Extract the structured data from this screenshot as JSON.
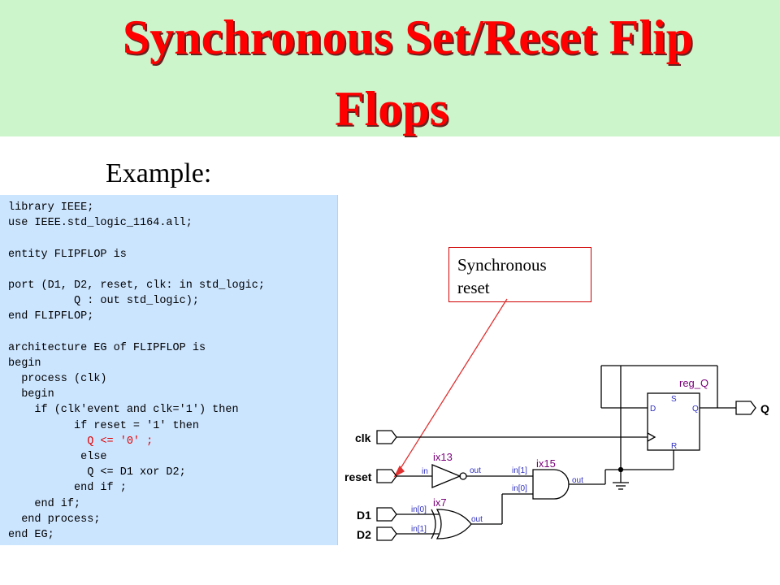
{
  "title": {
    "line1": "Synchronous Set/Reset Flip",
    "line2": "Flops"
  },
  "example_label": "Example:",
  "code_lines": [
    {
      "text": "library IEEE;",
      "color": "#000000"
    },
    {
      "text": "use IEEE.std_logic_1164.all;",
      "color": "#000000"
    },
    {
      "text": "",
      "color": "#000000"
    },
    {
      "text": "entity FLIPFLOP is",
      "color": "#000000"
    },
    {
      "text": "",
      "color": "#000000"
    },
    {
      "text": "port (D1, D2, reset, clk: in std_logic;",
      "color": "#000000"
    },
    {
      "text": "          Q : out std_logic);",
      "color": "#000000"
    },
    {
      "text": "end FLIPFLOP;",
      "color": "#000000"
    },
    {
      "text": "",
      "color": "#000000"
    },
    {
      "text": "architecture EG of FLIPFLOP is",
      "color": "#000000"
    },
    {
      "text": "begin",
      "color": "#000000"
    },
    {
      "text": "  process (clk)",
      "color": "#000000"
    },
    {
      "text": "  begin",
      "color": "#000000"
    },
    {
      "text": "    if (clk'event and clk='1') then",
      "color": "#000000"
    },
    {
      "text": "          if reset = '1' then",
      "color": "#000000"
    },
    {
      "text": "            Q <= '0' ;",
      "color": "#e00000"
    },
    {
      "text": "           else",
      "color": "#000000"
    },
    {
      "text": "            Q <= D1 xor D2;",
      "color": "#000000"
    },
    {
      "text": "          end if ;",
      "color": "#000000"
    },
    {
      "text": "    end if;",
      "color": "#000000"
    },
    {
      "text": "  end process;",
      "color": "#000000"
    },
    {
      "text": "end EG;",
      "color": "#000000"
    }
  ],
  "callout": {
    "line1": "Synchronous",
    "line2": "reset"
  },
  "schematic": {
    "ports": {
      "clk": "clk",
      "reset": "reset",
      "d1": "D1",
      "d2": "D2",
      "q": "Q"
    },
    "register": {
      "name": "reg_Q",
      "pin_d": "D",
      "pin_q": "Q",
      "pin_s": "S",
      "pin_r": "R"
    },
    "inverter": {
      "name": "ix13",
      "pin_in": "in",
      "pin_out": "out"
    },
    "and_gate": {
      "name": "ix15",
      "pin_in1": "in[1]",
      "pin_in0": "in[0]",
      "pin_out": "out"
    },
    "xor_gate": {
      "name": "ix7",
      "pin_in0": "in[0]",
      "pin_in1": "in[1]",
      "pin_out": "out"
    }
  },
  "colors": {
    "title": "#ff0000",
    "title_band": "#ccf5cc",
    "code_panel": "#cce5ff",
    "wire": "#000000",
    "instance_label": "#7a007a",
    "pin_label": "#3030c0",
    "callout_arrow": "#e03030"
  }
}
